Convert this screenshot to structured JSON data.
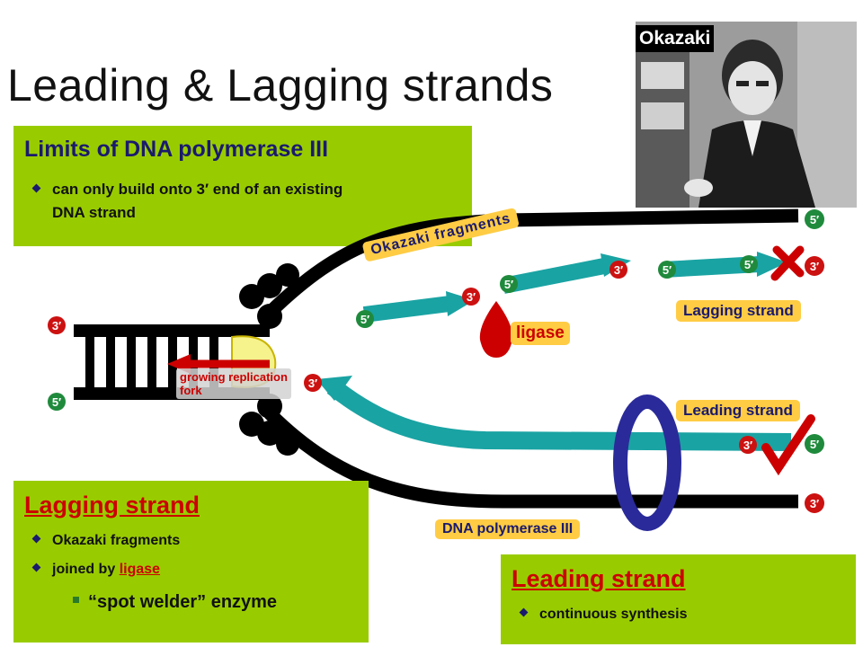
{
  "slide_title": "Leading & Lagging strands",
  "photo_label": "Okazaki",
  "limits_box": {
    "heading": "Limits of DNA polymerase III",
    "bullets": [
      "can only build onto 3′ end of an existing DNA strand"
    ]
  },
  "diagram": {
    "okazaki_fragments_label": "Okazaki fragments",
    "ligase_label": "ligase",
    "lagging_strand_label": "Lagging strand",
    "leading_strand_label": "Leading strand",
    "fork_label": "growing replication fork",
    "polymerase_label": "DNA polymerase III",
    "end_5": "5′",
    "end_3": "3′"
  },
  "lagging_box": {
    "heading": "Lagging strand",
    "bullets": [
      "Okazaki fragments",
      "joined by"
    ],
    "ligase_word": "ligase",
    "sub_bullet": "“spot welder” enzyme"
  },
  "leading_box": {
    "heading": "Leading strand",
    "bullets": [
      "continuous synthesis"
    ]
  },
  "colors": {
    "green_panel": "#99cc00",
    "strand": "#000000",
    "new_strand": "#1aa3a3",
    "five_prime_badge": "#1f8a3c",
    "three_prime_badge": "#cc1111",
    "tag": "#ffcc44",
    "heading_red": "#cc0000",
    "heading_navy": "#1a1a6e"
  },
  "icons": [
    "check-mark-icon",
    "x-mark-icon",
    "ligase-drop-icon",
    "polymerase-ring-icon",
    "helicase-icon"
  ]
}
